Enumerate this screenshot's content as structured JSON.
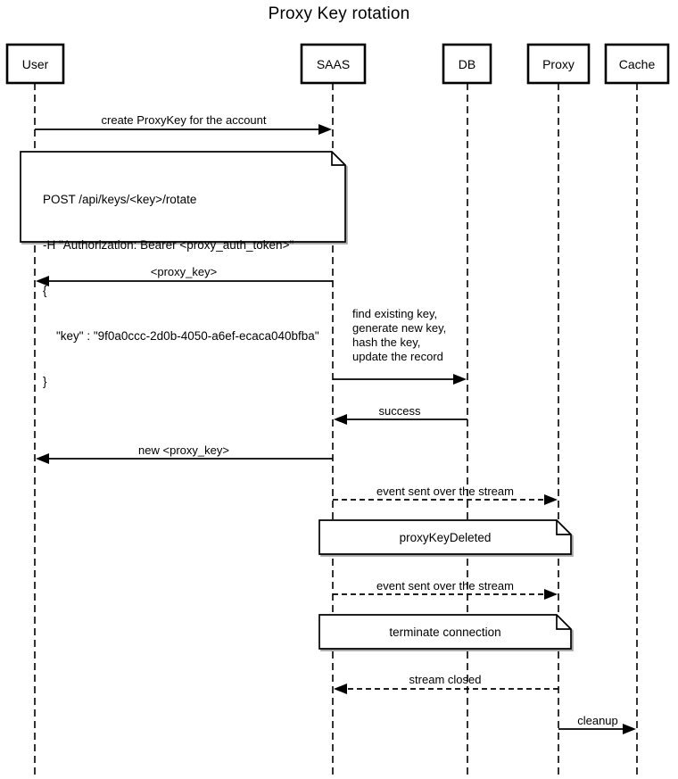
{
  "title": "Proxy Key rotation",
  "actors": {
    "user": "User",
    "saas": "SAAS",
    "db": "DB",
    "proxy": "Proxy",
    "cache": "Cache"
  },
  "messages": {
    "create_proxykey": {
      "label": "create ProxyKey for the account",
      "from": "User",
      "to": "SAAS",
      "style": "solid"
    },
    "proxy_key": {
      "label": "<proxy_key>",
      "from": "SAAS",
      "to": "User",
      "style": "solid"
    },
    "db_update": {
      "lines": [
        "find existing key,",
        "generate new key,",
        "hash the key,",
        "update the record"
      ],
      "from": "SAAS",
      "to": "DB",
      "style": "solid"
    },
    "success": {
      "label": "success",
      "from": "DB",
      "to": "SAAS",
      "style": "solid"
    },
    "new_proxy_key": {
      "label": "new <proxy_key>",
      "from": "SAAS",
      "to": "User",
      "style": "solid"
    },
    "event_stream_1": {
      "label": "event sent over the stream",
      "from": "SAAS",
      "to": "Proxy",
      "style": "dashed"
    },
    "event_stream_2": {
      "label": "event sent over the stream",
      "from": "SAAS",
      "to": "Proxy",
      "style": "dashed"
    },
    "stream_closed": {
      "label": "stream closed",
      "from": "Proxy",
      "to": "SAAS",
      "style": "dashed"
    },
    "cleanup": {
      "label": "cleanup",
      "from": "Proxy",
      "to": "Cache",
      "style": "solid"
    }
  },
  "notes": {
    "rotate_request": {
      "lines": [
        "POST /api/keys/<key>/rotate",
        "-H \"Authorization: Bearer <proxy_auth_token>\"",
        "{",
        "    \"key\" : \"9f0a0ccc-2d0b-4050-a6ef-ecaca040bfba\"",
        "}"
      ]
    },
    "proxy_key_deleted": {
      "text": "proxyKeyDeleted"
    },
    "terminate_connection": {
      "text": "terminate connection"
    }
  },
  "colors": {
    "background": "#ffffff",
    "line": "#000000",
    "text": "#000000",
    "note_fill": "#ffffff"
  }
}
